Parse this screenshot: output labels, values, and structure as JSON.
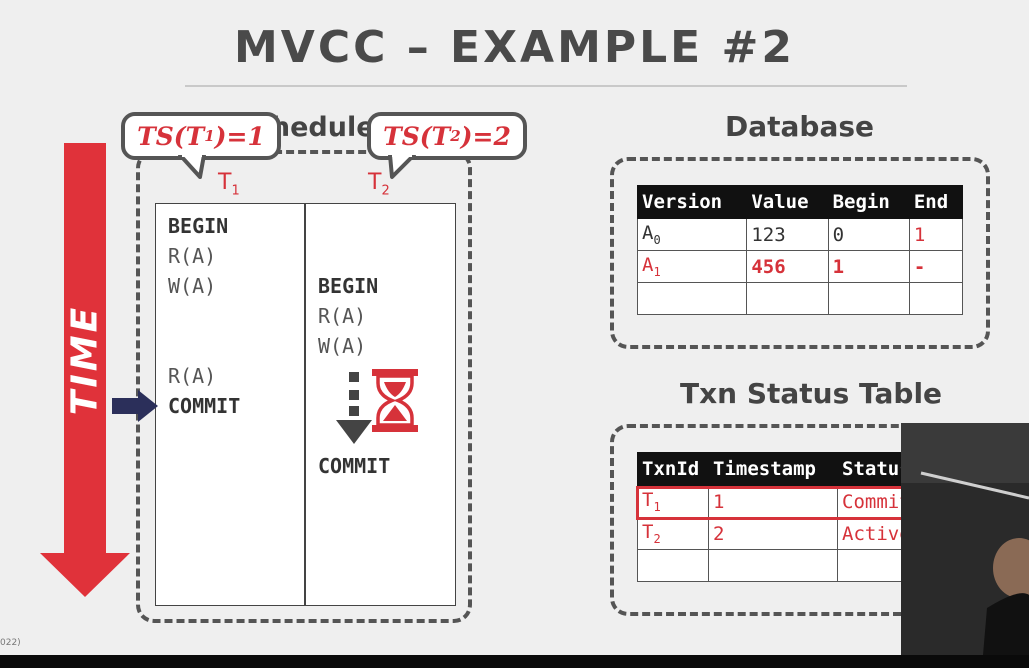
{
  "slide": {
    "title": "MVCC – EXAMPLE #2",
    "footer": "022)"
  },
  "time_axis": {
    "label": "TIME"
  },
  "schedule": {
    "title": "Schedule",
    "t1_label": "T",
    "t1_sub": "1",
    "t2_label": "T",
    "t2_sub": "2",
    "bubble1": {
      "prefix": "TS(T",
      "sub": "1",
      "suffix": ")=1"
    },
    "bubble2": {
      "prefix": "TS(T",
      "sub": "2",
      "suffix": ")=2"
    },
    "t1_ops": [
      "BEGIN",
      "R(A)",
      "W(A)",
      "R(A)",
      "COMMIT"
    ],
    "t2_ops": [
      "BEGIN",
      "R(A)",
      "W(A)",
      "COMMIT"
    ]
  },
  "database": {
    "title": "Database",
    "headers": [
      "Version",
      "Value",
      "Begin",
      "End"
    ],
    "rows": [
      {
        "version": "A",
        "version_sub": "0",
        "value": "123",
        "begin": "0",
        "end": "1"
      },
      {
        "version": "A",
        "version_sub": "1",
        "value": "456",
        "begin": "1",
        "end": "-"
      }
    ]
  },
  "txn_status": {
    "title": "Txn Status Table",
    "headers": [
      "TxnId",
      "Timestamp",
      "Status"
    ],
    "rows": [
      {
        "txn": "T",
        "txn_sub": "1",
        "timestamp": "1",
        "status": "Committed"
      },
      {
        "txn": "T",
        "txn_sub": "2",
        "timestamp": "2",
        "status": "Active"
      }
    ]
  },
  "colors": {
    "accent_red": "#d6323a",
    "dark": "#111111",
    "pointer": "#2b2f5a"
  }
}
